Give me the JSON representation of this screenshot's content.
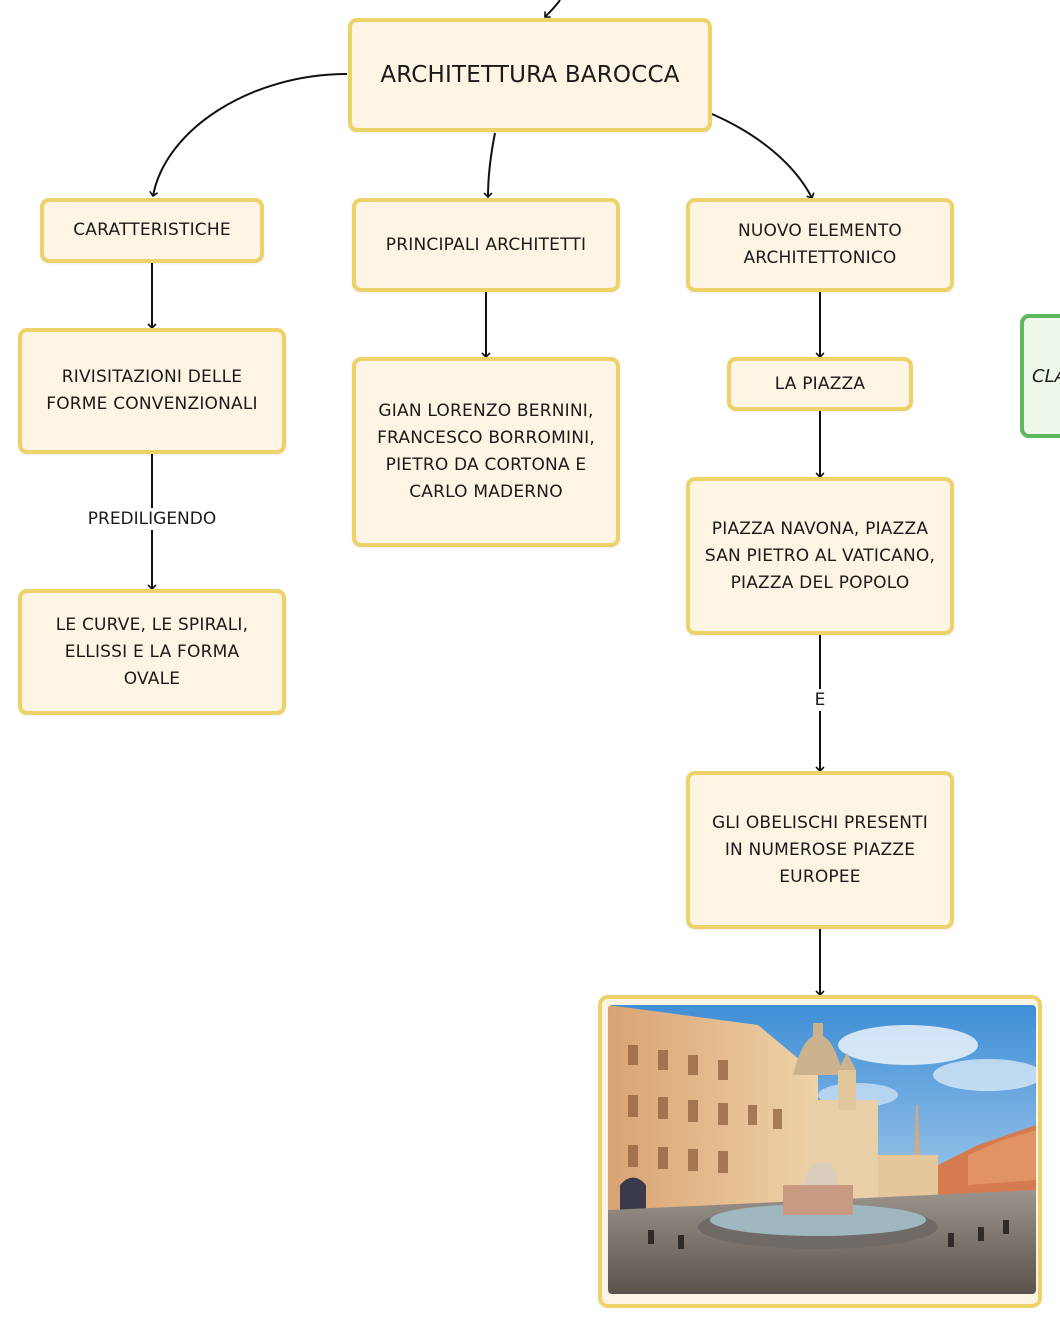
{
  "nodes": {
    "root": "ARCHITETTURA BAROCCA",
    "caratteristiche": "CARATTERISTICHE",
    "architetti": "PRINCIPALI ARCHITETTI",
    "nuovo_elemento": "NUOVO ELEMENTO\nARCHITETTONICO",
    "rivisitazioni": "RIVISITAZIONI DELLE\nFORME CONVENZIONALI",
    "curve": "LE CURVE, LE SPIRALI,\nELLISSI E LA FORMA\nOVALE",
    "nomi_architetti": "GIAN LORENZO BERNINI,\nFRANCESCO BORROMINI,\nPIETRO DA CORTONA E\nCARLO MADERNO",
    "piazza": "LA PIAZZA",
    "piazze": "PIAZZA NAVONA, PIAZZA\nSAN PIETRO AL VATICANO,\nPIAZZA DEL POPOLO",
    "obelischi": "GLI OBELISCHI PRESENTI\nIN NUMEROSE PIAZZE\nEUROPEE",
    "side_partial": "CLA"
  },
  "edge_labels": {
    "prediligendo": "PREDILIGENDO",
    "e": "E"
  },
  "colors": {
    "node_fill": "#fdf4e3",
    "node_border": "#edd26a",
    "side_border": "#5cb85c",
    "connector": "#111111"
  },
  "image": {
    "subject": "Piazza Navona photo"
  }
}
